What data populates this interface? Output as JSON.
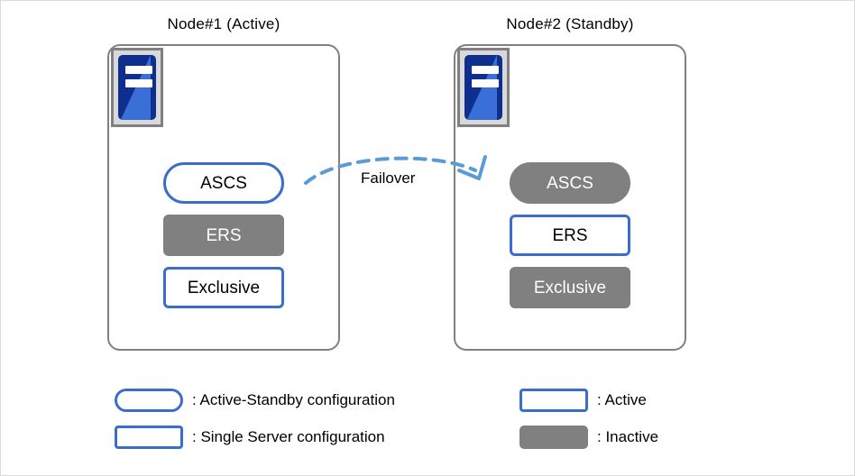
{
  "diagram": {
    "title_node1": "Node#1 (Active)",
    "title_node2": "Node#2 (Standby)",
    "failover_label": "Failover",
    "colors": {
      "active_border": "#3a6fc9",
      "inactive_fill": "#808080",
      "node_border": "#808080",
      "arrow": "#5b9bd5",
      "icon_blue_dark": "#0f2f8f",
      "icon_blue_light": "#3a6fd8",
      "icon_frame": "#d9d9d9",
      "page_border": "#dcdcdc"
    }
  },
  "node1": {
    "title": "Node#1 (Active)",
    "icon_name": "server-icon",
    "services": [
      {
        "label": "ASCS",
        "shape": "pill",
        "state": "active"
      },
      {
        "label": "ERS",
        "shape": "rect",
        "state": "inactive"
      },
      {
        "label": "Exclusive",
        "shape": "rect",
        "state": "active"
      }
    ]
  },
  "node2": {
    "title": "Node#2 (Standby)",
    "icon_name": "server-icon",
    "services": [
      {
        "label": "ASCS",
        "shape": "pill",
        "state": "inactive"
      },
      {
        "label": "ERS",
        "shape": "rect",
        "state": "active"
      },
      {
        "label": "Exclusive",
        "shape": "rect",
        "state": "inactive"
      }
    ]
  },
  "legend": {
    "left": [
      {
        "swatch": "pill",
        "label": ": Active-Standby configuration"
      },
      {
        "swatch": "rect",
        "label": ": Single Server configuration"
      }
    ],
    "right": [
      {
        "swatch": "rect-active",
        "label": ": Active"
      },
      {
        "swatch": "solid-gray",
        "label": ": Inactive"
      }
    ]
  }
}
